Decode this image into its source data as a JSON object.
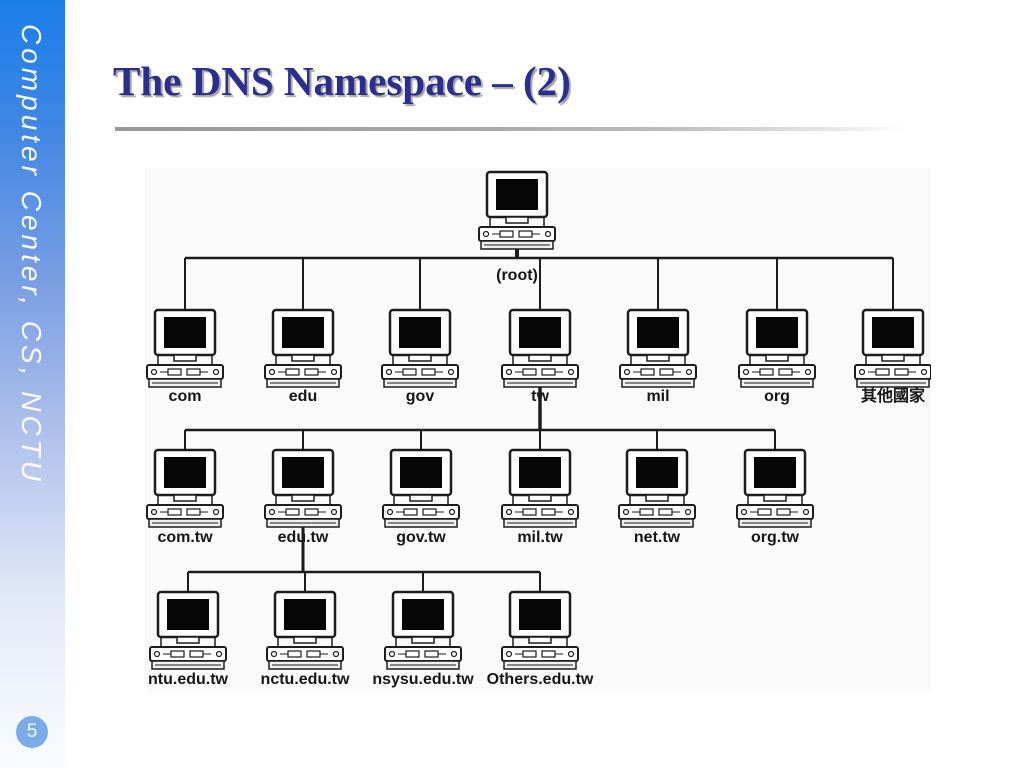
{
  "sidebar": {
    "text": "Computer Center, CS, NCTU",
    "page_number": "5",
    "badge_color": "#7aade8"
  },
  "slide": {
    "title": "The DNS Namespace – (2)",
    "title_color": "#2b2e8c"
  },
  "diagram": {
    "type": "tree",
    "panel_bg": "#fafafa",
    "line_color": "#1c1c1c",
    "label_color": "#161616",
    "root": {
      "label": "(root)"
    },
    "levels": [
      {
        "parent": "(root)",
        "nodes": [
          "com",
          "edu",
          "gov",
          "tw",
          "mil",
          "org",
          "其他國家"
        ]
      },
      {
        "parent": "tw",
        "nodes": [
          "com.tw",
          "edu.tw",
          "gov.tw",
          "mil.tw",
          "net.tw",
          "org.tw"
        ]
      },
      {
        "parent": "edu.tw",
        "nodes": [
          "ntu.edu.tw",
          "nctu.edu.tw",
          "nsysu.edu.tw",
          "Others.edu.tw"
        ]
      }
    ]
  }
}
